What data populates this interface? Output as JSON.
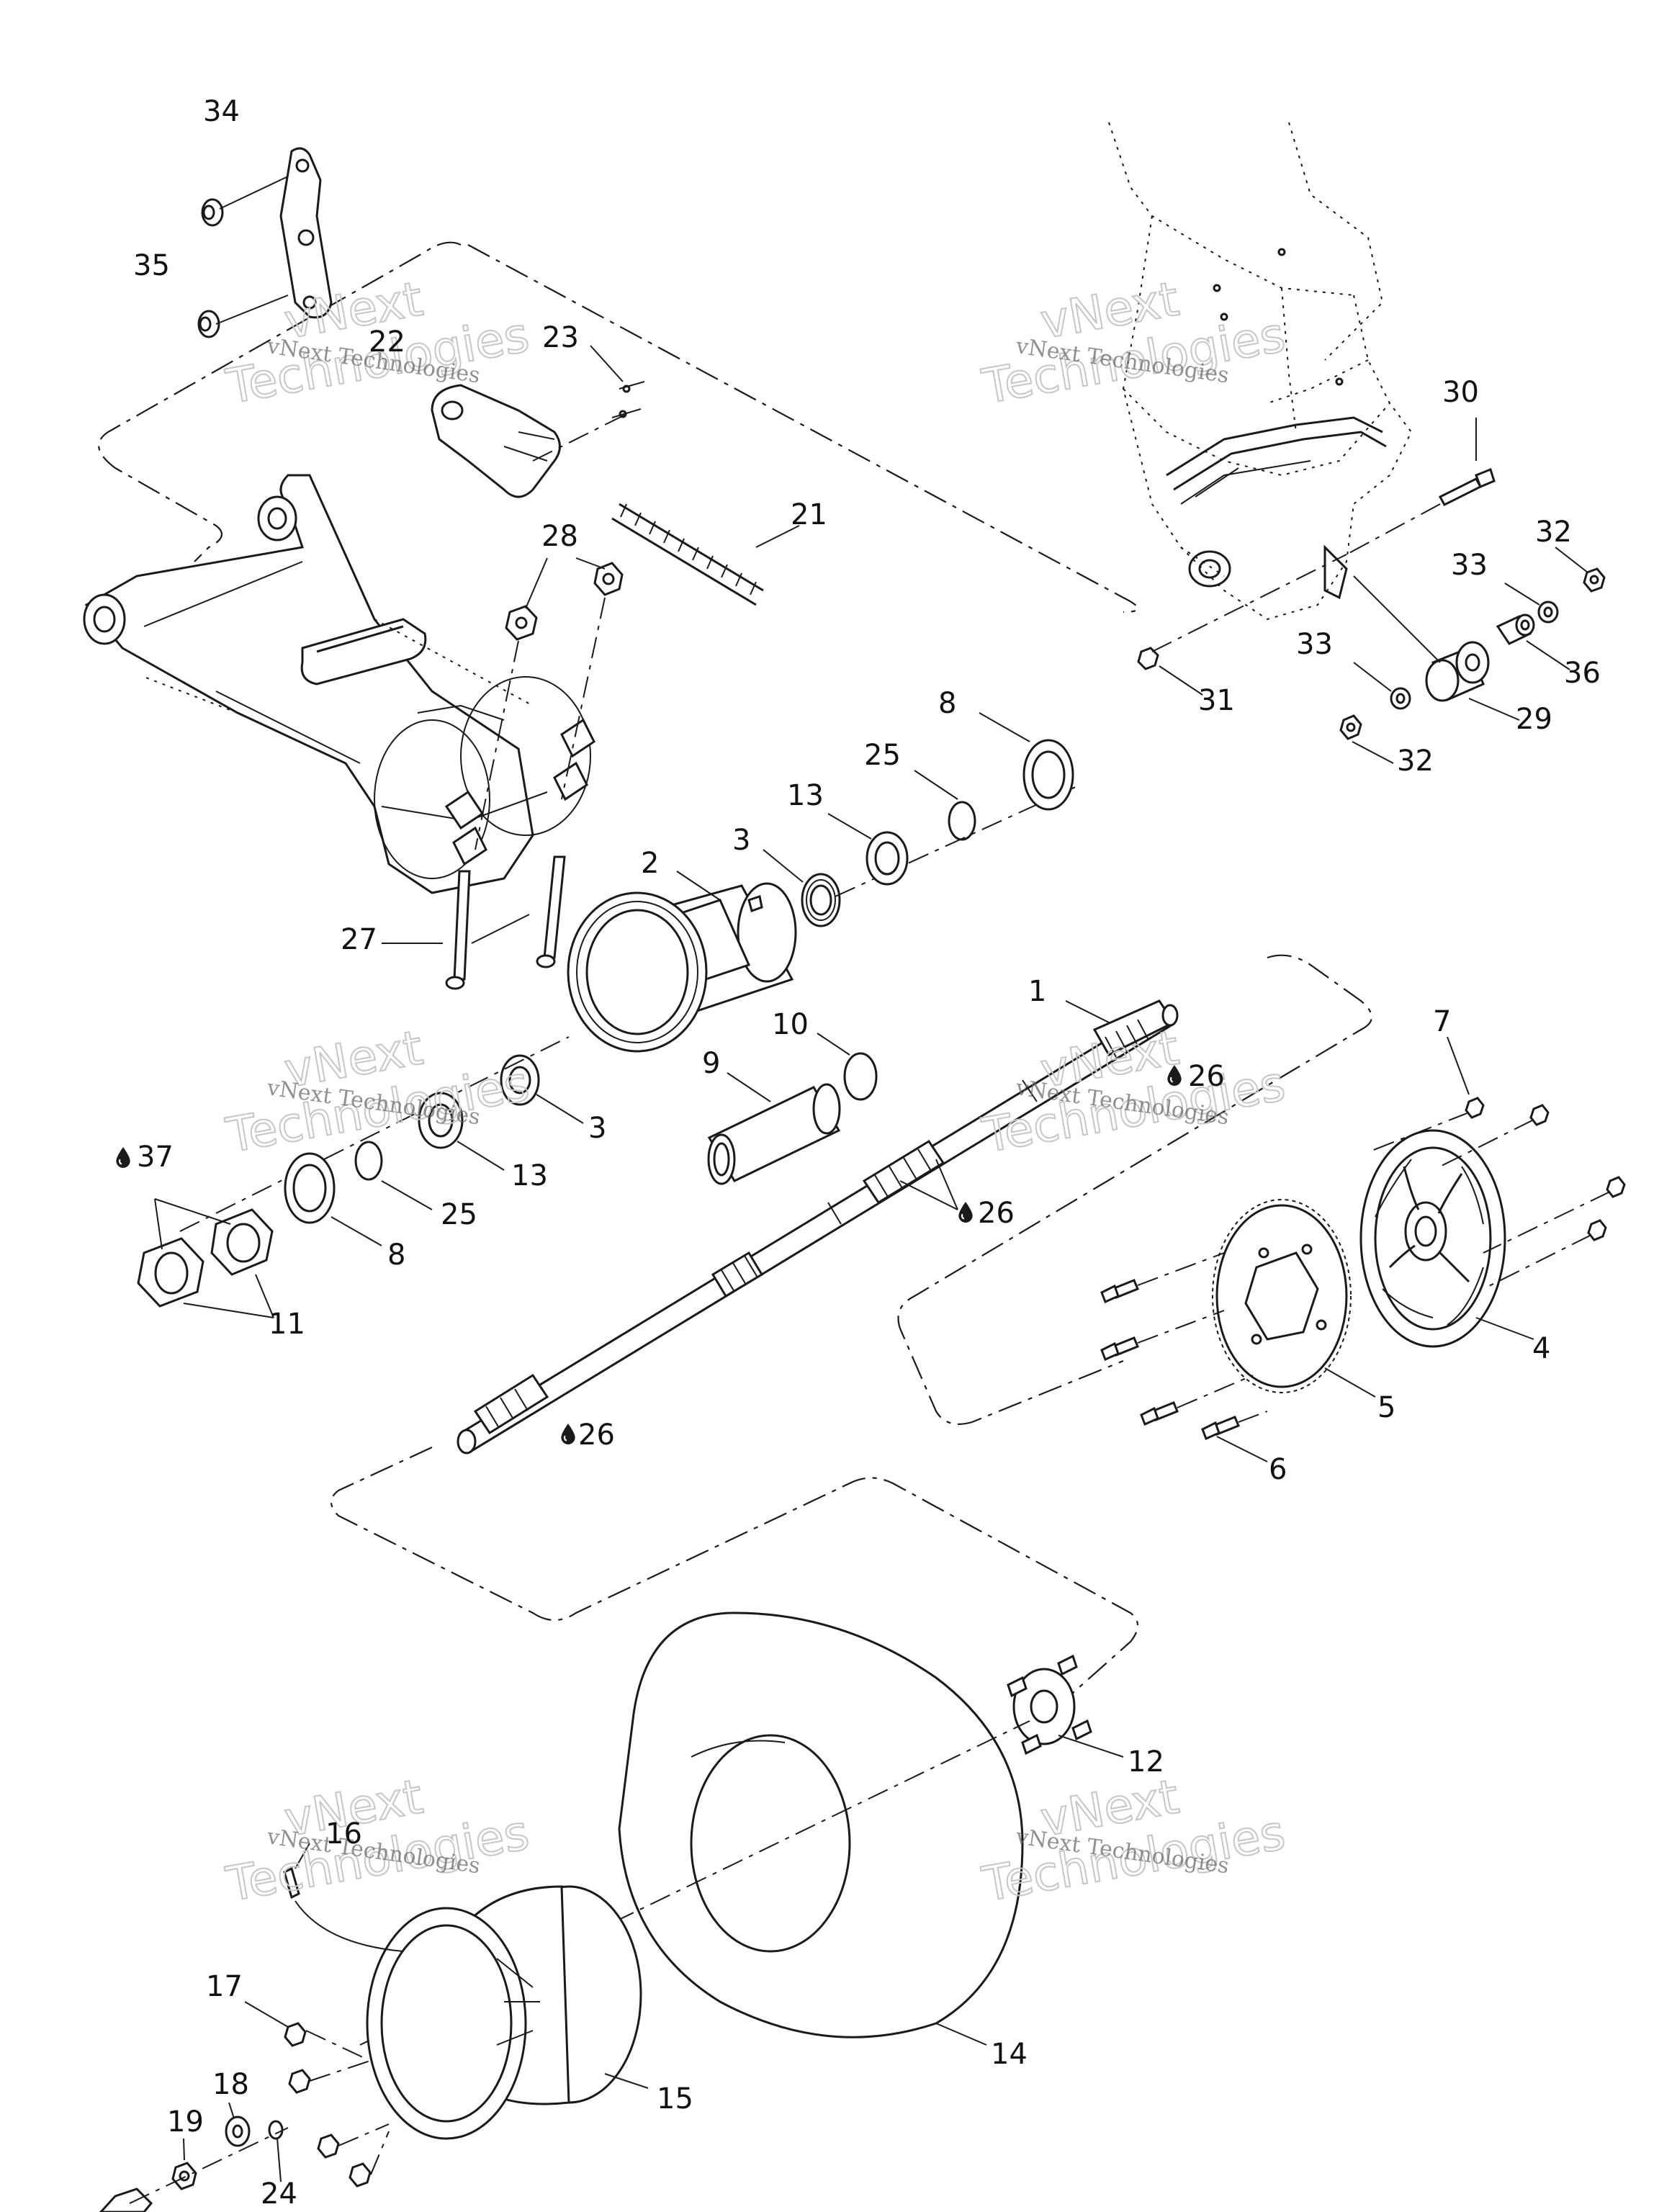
{
  "watermark": {
    "line1": "vNext Technologies",
    "line2": "vNext",
    "line3": "Technologies"
  },
  "callouts": [
    {
      "id": "c34",
      "text": "34"
    },
    {
      "id": "c35",
      "text": "35"
    },
    {
      "id": "c22",
      "text": "22"
    },
    {
      "id": "c23",
      "text": "23"
    },
    {
      "id": "c21",
      "text": "21"
    },
    {
      "id": "c28",
      "text": "28"
    },
    {
      "id": "c27",
      "text": "27"
    },
    {
      "id": "c30",
      "text": "30"
    },
    {
      "id": "c32a",
      "text": "32"
    },
    {
      "id": "c33a",
      "text": "33"
    },
    {
      "id": "c33b",
      "text": "33"
    },
    {
      "id": "c36",
      "text": "36"
    },
    {
      "id": "c31",
      "text": "31"
    },
    {
      "id": "c29",
      "text": "29"
    },
    {
      "id": "c32b",
      "text": "32"
    },
    {
      "id": "c8a",
      "text": "8"
    },
    {
      "id": "c25a",
      "text": "25"
    },
    {
      "id": "c13a",
      "text": "13"
    },
    {
      "id": "c3a",
      "text": "3"
    },
    {
      "id": "c2",
      "text": "2"
    },
    {
      "id": "c1",
      "text": "1"
    },
    {
      "id": "c10",
      "text": "10"
    },
    {
      "id": "c9",
      "text": "9"
    },
    {
      "id": "c26a",
      "text": "26"
    },
    {
      "id": "c3b",
      "text": "3"
    },
    {
      "id": "c13b",
      "text": "13"
    },
    {
      "id": "c25b",
      "text": "25"
    },
    {
      "id": "c8b",
      "text": "8"
    },
    {
      "id": "c37",
      "text": "37"
    },
    {
      "id": "c11",
      "text": "11"
    },
    {
      "id": "c26b",
      "text": "26"
    },
    {
      "id": "c26c",
      "text": "26"
    },
    {
      "id": "c7",
      "text": "7"
    },
    {
      "id": "c4",
      "text": "4"
    },
    {
      "id": "c5",
      "text": "5"
    },
    {
      "id": "c6",
      "text": "6"
    },
    {
      "id": "c12",
      "text": "12"
    },
    {
      "id": "c16",
      "text": "16"
    },
    {
      "id": "c14",
      "text": "14"
    },
    {
      "id": "c17",
      "text": "17"
    },
    {
      "id": "c15",
      "text": "15"
    },
    {
      "id": "c18",
      "text": "18"
    },
    {
      "id": "c19",
      "text": "19"
    },
    {
      "id": "c24",
      "text": "24"
    }
  ],
  "icons": {
    "lubricant": "oil-drop-icon"
  },
  "colors": {
    "line": "#1a1a1a",
    "watermark": "#6b6b6b",
    "background": "#ffffff"
  }
}
